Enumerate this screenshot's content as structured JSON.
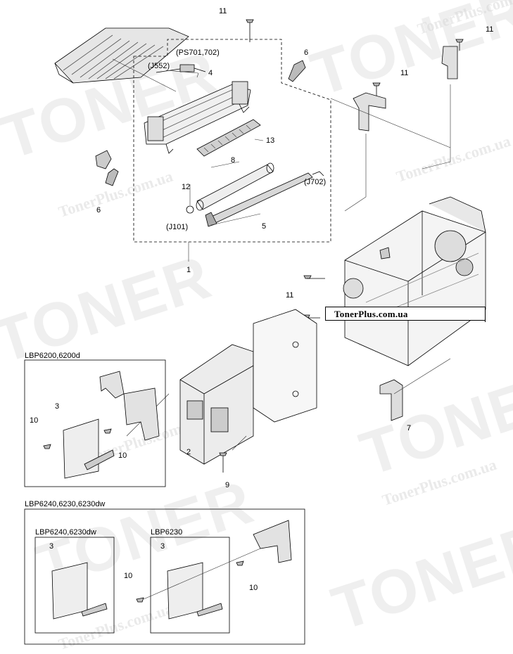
{
  "watermark": {
    "brand_big": "TONER",
    "site": "TonerPlus.com.ua"
  },
  "site_label": "TonerPlus.com.ua",
  "callouts": {
    "c1": "1",
    "c2": "2",
    "c3a": "3",
    "c3b": "3",
    "c3c": "3",
    "c4": "4",
    "c5": "5",
    "c6a": "6",
    "c6b": "6",
    "c7": "7",
    "c8": "8",
    "c9": "9",
    "c10a": "10",
    "c10b": "10",
    "c10c": "10",
    "c10d": "10",
    "c11a": "11",
    "c11b": "11",
    "c11c": "11",
    "c11d": "11",
    "c12": "12",
    "c13": "13",
    "ps": "(PS701,702)",
    "j552": "(J552)",
    "j702": "(J702)",
    "j101": "(J101)"
  },
  "groups": {
    "g1": "LBP6200,6200d",
    "g2": "LBP6240,6230,6230dw",
    "g2a": "LBP6240,6230dw",
    "g2b": "LBP6230"
  }
}
